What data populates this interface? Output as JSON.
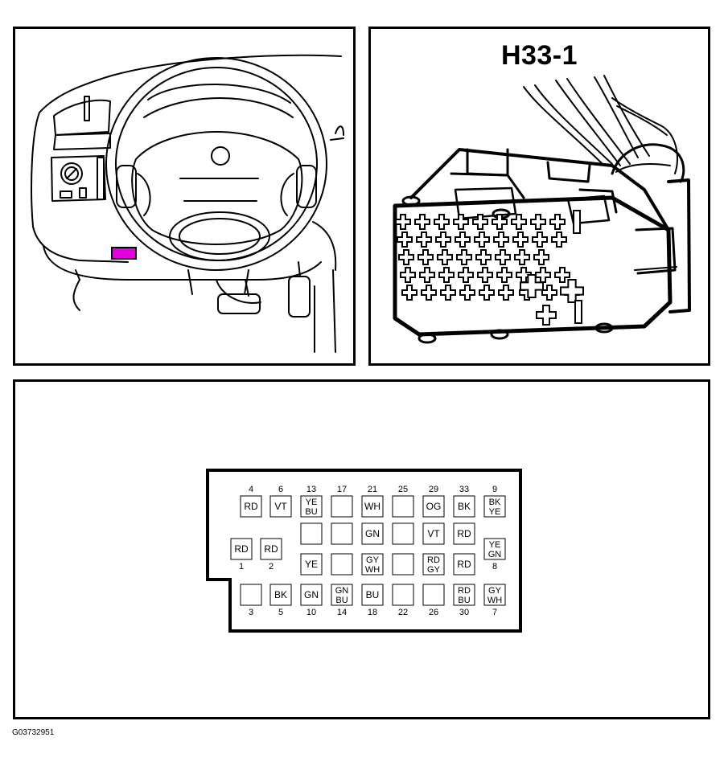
{
  "connector": {
    "name": "H33-1",
    "highlight_color": "#e000e0",
    "pins": [
      {
        "num": "4",
        "wire": [
          "RD"
        ]
      },
      {
        "num": "6",
        "wire": [
          "VT"
        ]
      },
      {
        "num": "13",
        "wire": [
          "YE",
          "BU"
        ]
      },
      {
        "num": "17",
        "wire": []
      },
      {
        "num": "21",
        "wire": [
          "WH"
        ]
      },
      {
        "num": "25",
        "wire": []
      },
      {
        "num": "29",
        "wire": [
          "OG"
        ]
      },
      {
        "num": "33",
        "wire": [
          "BK"
        ]
      },
      {
        "num": "9",
        "wire": [
          "BK",
          "YE"
        ]
      },
      {
        "num": "",
        "wire": []
      },
      {
        "num": "",
        "wire": []
      },
      {
        "num": "",
        "wire": [
          "GN"
        ]
      },
      {
        "num": "",
        "wire": []
      },
      {
        "num": "",
        "wire": [
          "VT"
        ]
      },
      {
        "num": "",
        "wire": [
          "RD"
        ]
      },
      {
        "num": "1",
        "wire": [
          "RD"
        ]
      },
      {
        "num": "2",
        "wire": [
          "RD"
        ]
      },
      {
        "num": "",
        "wire": [
          "YE"
        ]
      },
      {
        "num": "",
        "wire": []
      },
      {
        "num": "",
        "wire": [
          "GY",
          "WH"
        ]
      },
      {
        "num": "",
        "wire": []
      },
      {
        "num": "",
        "wire": [
          "RD",
          "GY"
        ]
      },
      {
        "num": "",
        "wire": [
          "RD"
        ]
      },
      {
        "num": "8",
        "wire": [
          "YE",
          "GN"
        ]
      },
      {
        "num": "3",
        "wire": []
      },
      {
        "num": "5",
        "wire": [
          "BK"
        ]
      },
      {
        "num": "10",
        "wire": [
          "GN"
        ]
      },
      {
        "num": "14",
        "wire": [
          "GN",
          "BU"
        ]
      },
      {
        "num": "18",
        "wire": [
          "BU"
        ]
      },
      {
        "num": "22",
        "wire": []
      },
      {
        "num": "26",
        "wire": []
      },
      {
        "num": "30",
        "wire": [
          "RD",
          "BU"
        ]
      },
      {
        "num": "7",
        "wire": [
          "GY",
          "WH"
        ]
      }
    ]
  },
  "figure_code": "G03732951"
}
